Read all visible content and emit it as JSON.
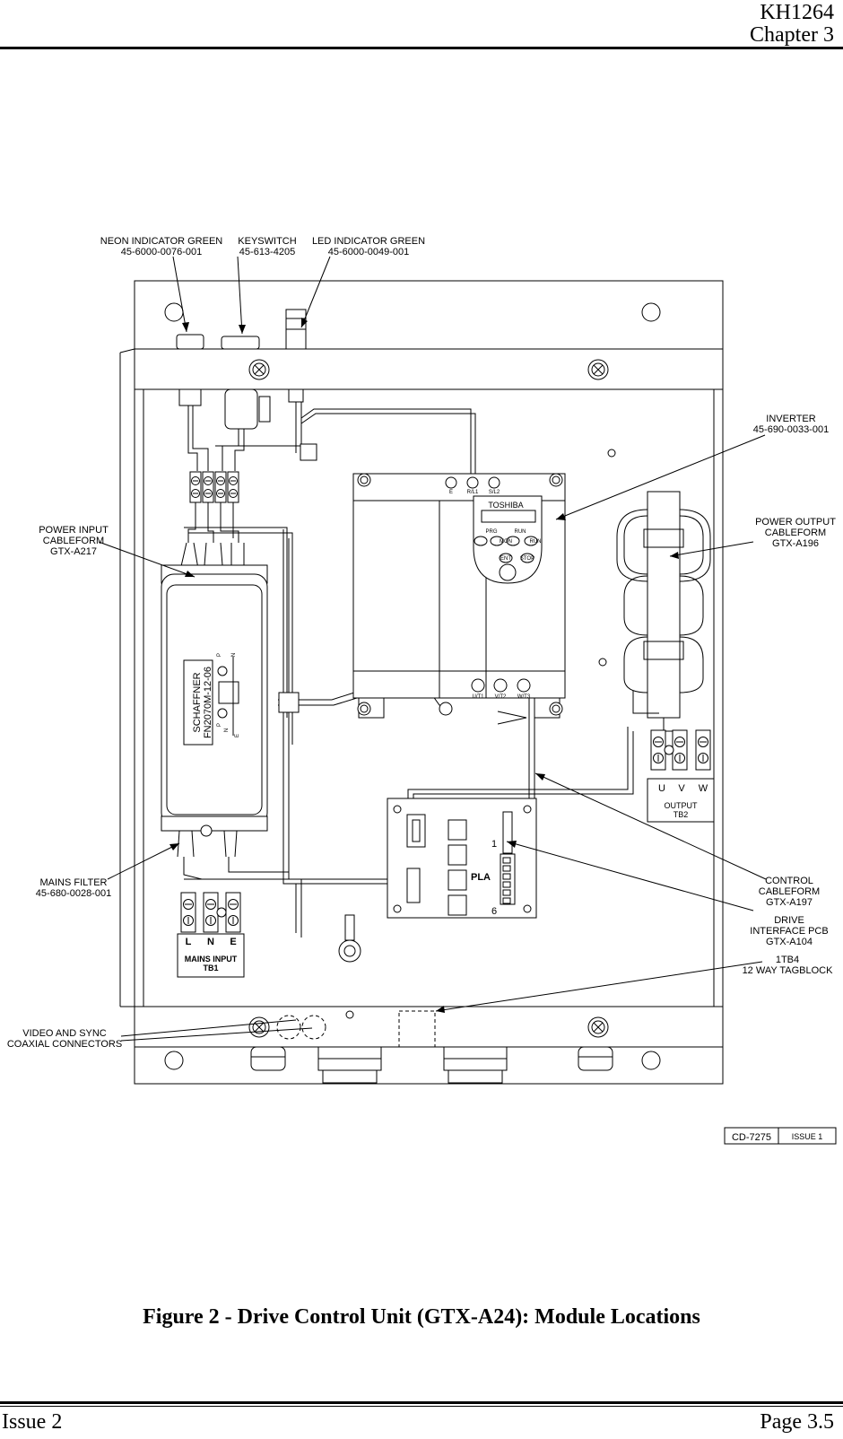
{
  "header": {
    "doc_number": "KH1264",
    "chapter": "Chapter 3"
  },
  "footer": {
    "issue": "Issue 2",
    "page": "Page 3.5"
  },
  "figure": {
    "caption": "Figure 2 - Drive Control Unit (GTX-A24): Module Locations"
  },
  "drawing_ref": {
    "number": "CD-7275",
    "issue": "ISSUE 1"
  },
  "callouts": {
    "neon_indicator": {
      "line1": "NEON INDICATOR GREEN",
      "line2": "45-6000-0076-001"
    },
    "keyswitch": {
      "line1": "KEYSWITCH",
      "line2": "45-613-4205"
    },
    "led_indicator": {
      "line1": "LED INDICATOR GREEN",
      "line2": "45-6000-0049-001"
    },
    "inverter": {
      "line1": "INVERTER",
      "line2": "45-690-0033-001"
    },
    "power_output": {
      "line1": "POWER OUTPUT",
      "line2": "CABLEFORM",
      "line3": "GTX-A196"
    },
    "power_input": {
      "line1": "POWER INPUT",
      "line2": "CABLEFORM",
      "line3": "GTX-A217"
    },
    "mains_filter": {
      "line1": "MAINS FILTER",
      "line2": "45-680-0028-001"
    },
    "control_cableform": {
      "line1": "CONTROL",
      "line2": "CABLEFORM",
      "line3": "GTX-A197"
    },
    "drive_interface": {
      "line1": "DRIVE",
      "line2": "INTERFACE PCB",
      "line3": "GTX-A104"
    },
    "tagblock": {
      "line1": "1TB4",
      "line2": "12 WAY TAGBLOCK"
    },
    "video_sync": {
      "line1": "VIDEO AND SYNC",
      "line2": "COAXIAL CONNECTORS"
    }
  },
  "inside_labels": {
    "inverter_brand": "TOSHIBA",
    "inverter_terminals_top": [
      "E",
      "R/L1",
      "S/L2"
    ],
    "inverter_terminals_bottom": [
      "U/T1",
      "V/T2",
      "W/T3"
    ],
    "inverter_keys": [
      "PRG",
      "MON",
      "RUN",
      "RUN",
      "ENT",
      "STOP"
    ],
    "filter_brand": "SCHAFFNER",
    "filter_model": "FN2070M-12-06",
    "filter_pins": [
      "P",
      "N",
      "P",
      "N",
      "E"
    ],
    "output_tb": {
      "terminals": [
        "U",
        "V",
        "W"
      ],
      "name": "OUTPUT",
      "id": "TB2"
    },
    "mains_tb": {
      "terminals": [
        "L",
        "N",
        "E"
      ],
      "name": "MAINS INPUT",
      "id": "TB1"
    },
    "pcb_connector": "PLA",
    "pcb_pin_first": "1",
    "pcb_pin_last": "6"
  }
}
